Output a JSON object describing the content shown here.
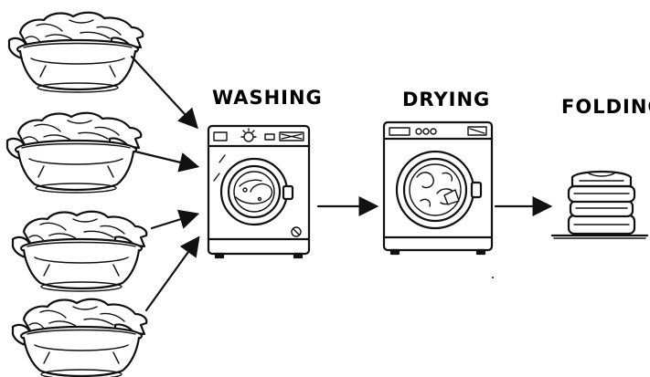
{
  "stages": {
    "washing": {
      "label": "WASHING"
    },
    "drying": {
      "label": "DRYING"
    },
    "folding": {
      "label": "FOLDING"
    }
  },
  "icons": {
    "basket": "laundry-basket-icon",
    "washer": "washing-machine-icon",
    "dryer": "dryer-icon",
    "folded": "folded-clothes-icon",
    "arrow": "arrow-icon"
  },
  "colors": {
    "ink": "#111111",
    "background": "#ffffff"
  }
}
